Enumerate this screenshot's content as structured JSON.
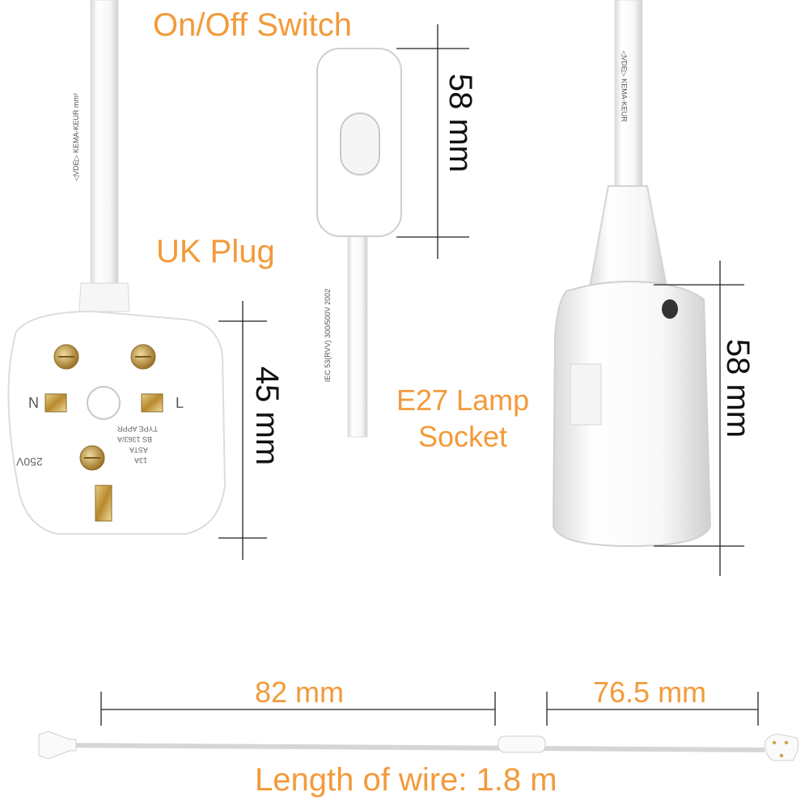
{
  "labels": {
    "switch": "On/Off Switch",
    "plug": "UK Plug",
    "socket_line1": "E27 Lamp",
    "socket_line2": "Socket",
    "wire_length": "Length of wire: 1.8 m"
  },
  "dimensions": {
    "switch_height": "58 mm",
    "plug_height": "45 mm",
    "socket_height": "58 mm",
    "left_segment": "82 mm",
    "right_segment": "76.5 mm"
  },
  "cable_print": {
    "left": "◁VDE▷  KEMA-KEUR  mm²",
    "middle": "IEC 53(RVV) 300/500V 2002",
    "right": "◁VDE▷  KEMA-KEUR"
  },
  "plug_markings": {
    "n": "N",
    "l": "L",
    "voltage": "250V",
    "lines": [
      "TYPE APPR",
      "BS 1363/A",
      "ASTA",
      "13A"
    ]
  },
  "colors": {
    "accent": "#f39a3a",
    "body": "#ffffff",
    "brass": "#c9a24a",
    "line": "#222222"
  }
}
